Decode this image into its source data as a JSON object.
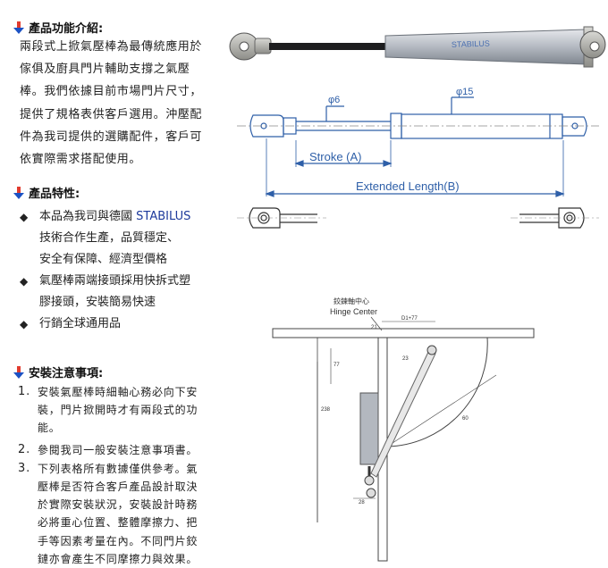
{
  "section_intro": {
    "title": "產品功能介紹:",
    "lines": [
      "兩段式上掀氣壓棒為最傳統應用於",
      "傢俱及廚具門片輔助支撐之氣壓",
      "棒。我們依據目前市場門片尺寸，",
      "提供了規格表供客戶選用。沖壓配",
      "件為我司提供的選購配件，客戶可",
      "依實際需求搭配使用。"
    ]
  },
  "section_features": {
    "title": "產品特性:",
    "items": [
      {
        "bullet": "◆",
        "line1_pre": "本品為我司與德國 ",
        "line1_brand": "STABILUS",
        "line2": "技術合作生產，品質穩定、",
        "line3": "安全有保障、經濟型價格"
      },
      {
        "bullet": "◆",
        "line1": "氣壓棒兩端接頭採用快拆式塑",
        "line2": "膠接頭，安裝簡易快速"
      },
      {
        "bullet": "◆",
        "line1": "行銷全球通用品"
      }
    ]
  },
  "section_notes": {
    "title": "安裝注意事項:",
    "items": [
      {
        "num": "1.",
        "lines": [
          "安裝氣壓棒時細軸心務必向下安",
          "裝，門片掀開時才有兩段式的功",
          "能。"
        ]
      },
      {
        "num": "2.",
        "lines": [
          "參閱我司一般安裝注意事項書。"
        ]
      },
      {
        "num": "3.",
        "lines": [
          "下列表格所有數據僅供參考。氣",
          "壓棒是否符合客戶產品設計取決",
          "於實際安裝狀況，安裝設計時務",
          "必將重心位置、整體摩擦力、把",
          "手等因素考量在內。不同門片鉸",
          "鏈亦會產生不同摩擦力與效果。"
        ]
      }
    ]
  },
  "drawing": {
    "product_label": "STABILUS",
    "dim_small": "φ6",
    "dim_large": "φ15",
    "stroke": "Stroke (A)",
    "extended": "Extended Length(B)"
  },
  "install_diagram": {
    "hinge_cn": "鉸鍊軸中心",
    "hinge_en": "Hinge Center",
    "dim_top": "D1+77",
    "dim_21": "21",
    "dim_23": "23",
    "dim_77": "77",
    "dim_238": "238",
    "dim_28": "28",
    "dim_arc": "60"
  },
  "colors": {
    "accent_blue": "#1e3a9c",
    "outline_blue": "#2e5fa8",
    "arrow_red": "#e23b2e",
    "arrow_blue": "#1c52c4"
  }
}
